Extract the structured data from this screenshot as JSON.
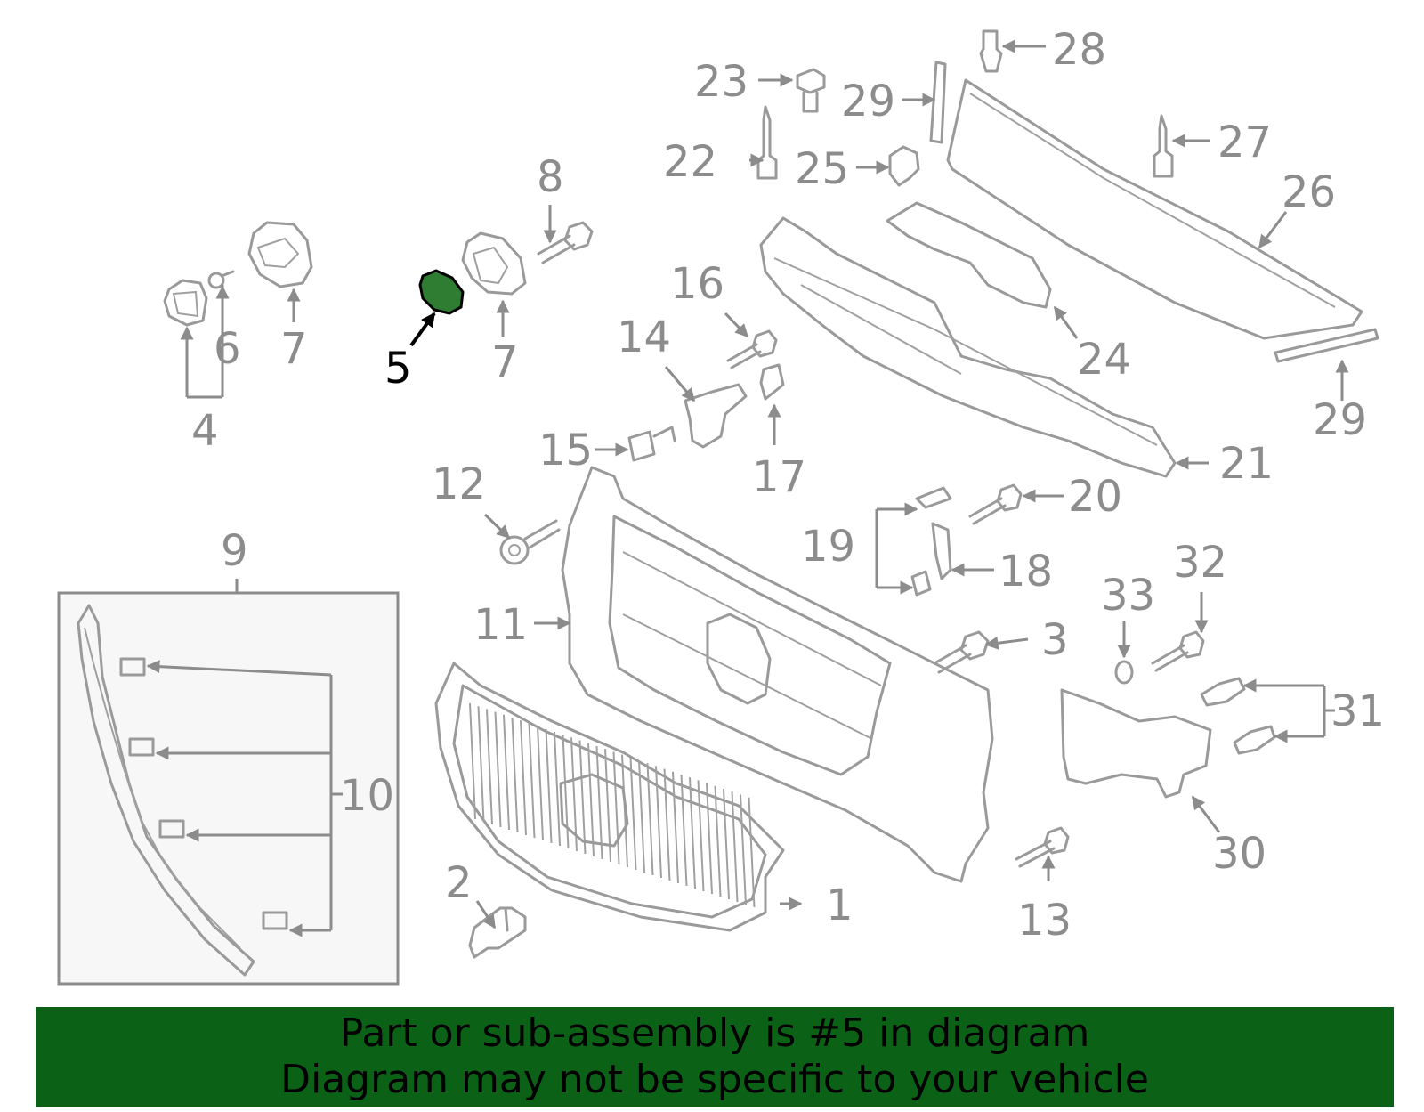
{
  "highlight_color": "#2f7d32",
  "banner_color": "#0b6116",
  "callouts": [
    "1",
    "2",
    "3",
    "4",
    "5",
    "6",
    "7",
    "7",
    "8",
    "9",
    "10",
    "11",
    "12",
    "13",
    "14",
    "15",
    "16",
    "17",
    "18",
    "19",
    "20",
    "21",
    "22",
    "23",
    "24",
    "25",
    "26",
    "27",
    "28",
    "29",
    "29",
    "30",
    "31",
    "32",
    "33"
  ],
  "highlighted_callout": "5",
  "banner": {
    "line1": "Part or sub-assembly is #5 in diagram",
    "line2": "Diagram may not be specific to your vehicle"
  }
}
